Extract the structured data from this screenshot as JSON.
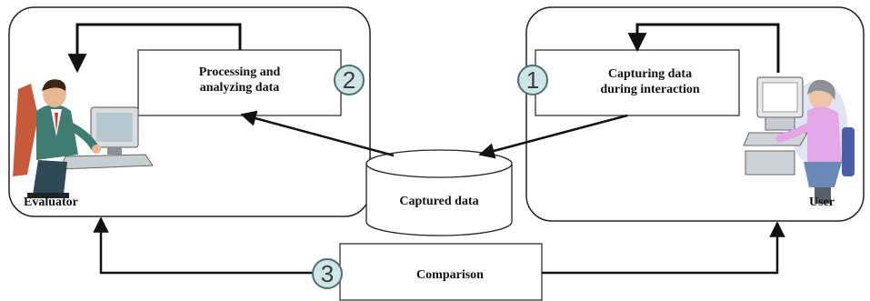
{
  "diagram": {
    "evaluator_panel": {
      "label": "Evaluator"
    },
    "user_panel": {
      "label": "User"
    },
    "processing_box": {
      "line1": "Processing and",
      "line2": "analyzing data",
      "step": "2"
    },
    "capturing_box": {
      "line1": "Capturing data",
      "line2": "during interaction",
      "step": "1"
    },
    "storage": {
      "label": "Captured data"
    },
    "comparison_box": {
      "label": "Comparison",
      "step": "3"
    }
  }
}
